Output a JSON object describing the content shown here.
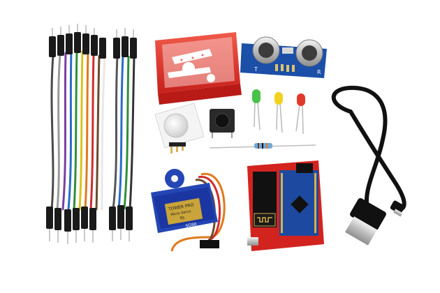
{
  "photo": {
    "background": "#ffffff",
    "items": [
      {
        "name": "jumper-wires-left",
        "colors": [
          "#4a4a4a",
          "#7b3fa0",
          "#2a6cc8",
          "#2f8f3a",
          "#d9c21b",
          "#e07a1c",
          "#d22b2b",
          "#6b4a2b",
          "#9a9a9a",
          "#e8e8e8"
        ]
      },
      {
        "name": "jumper-wires-right",
        "colors": [
          "#555555",
          "#2a6cc8",
          "#2f8f3a",
          "#333333"
        ]
      },
      {
        "name": "servo-horn-box",
        "color": "#d92a2a"
      },
      {
        "name": "ultrasonic-sensor",
        "board_color": "#1b4fa8"
      },
      {
        "name": "led-set",
        "colors": [
          "#49c24a",
          "#f2d21f",
          "#e23a2a"
        ]
      },
      {
        "name": "pir-sensor-module",
        "color": "#f4f4f4"
      },
      {
        "name": "push-button",
        "color": "#222222"
      },
      {
        "name": "resistor",
        "color": "#6fa7d9"
      },
      {
        "name": "usb-cable",
        "color": "#111111"
      },
      {
        "name": "micro-servo",
        "body_color": "#2446b5"
      },
      {
        "name": "wifi-controller-board",
        "board_color": "#d3231f",
        "nano_color": "#1d4aa0"
      }
    ]
  },
  "labels": {
    "servo_brand_1": "TOWER PRO",
    "servo_brand_2": "Micro Servo",
    "servo_brand_3": "9g",
    "servo_model": "SG90",
    "ultrasonic_t": "T",
    "ultrasonic_r": "R"
  }
}
